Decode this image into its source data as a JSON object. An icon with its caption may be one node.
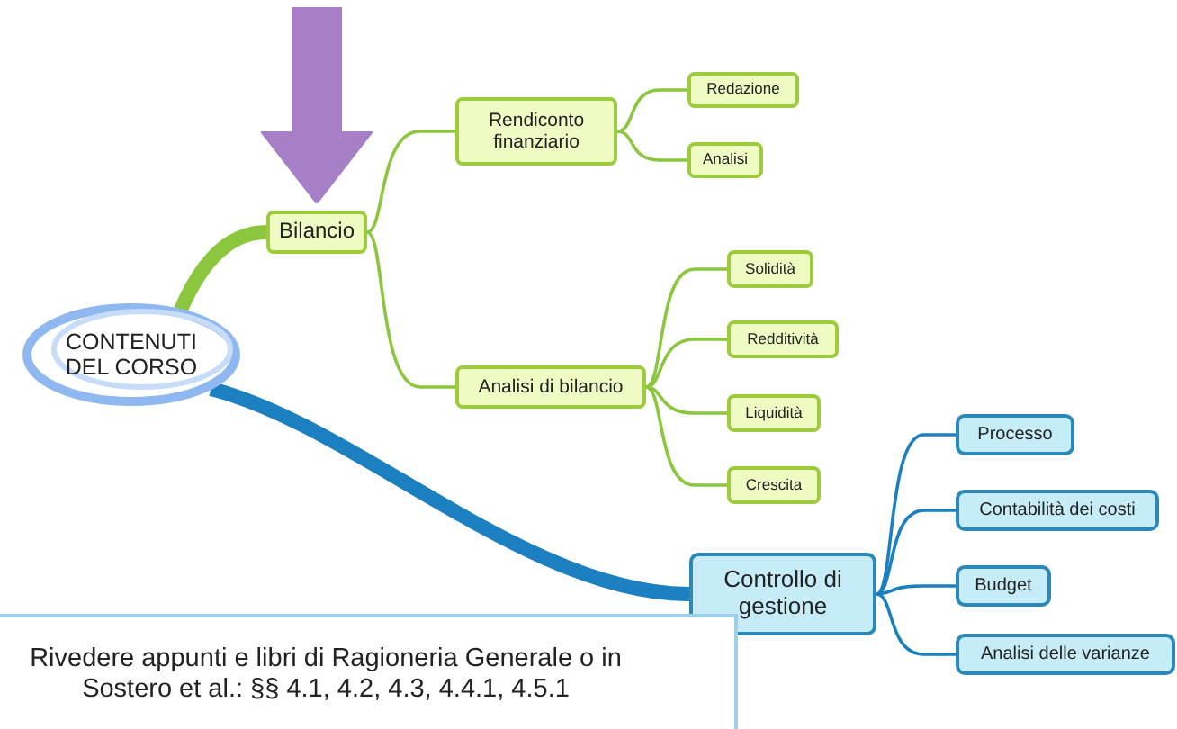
{
  "diagram": {
    "nodes": [
      {
        "text": [
          "CONTENUTI DEL CORSO"
        ]
      },
      {
        "text": [
          "Bilancio"
        ]
      },
      {
        "text": [
          "Rendiconto finanziario"
        ]
      },
      {
        "text": [
          "Redazione"
        ]
      },
      {
        "text": [
          "Analisi"
        ]
      },
      {
        "text": [
          "Analisi di bilancio"
        ]
      },
      {
        "text": [
          "Solidità"
        ]
      },
      {
        "text": [
          "Redditività"
        ]
      },
      {
        "text": [
          "Liquidità"
        ]
      },
      {
        "text": [
          "Crescita"
        ]
      },
      {
        "text": [
          "Controllo di gestione"
        ]
      },
      {
        "text": [
          "Processo"
        ]
      },
      {
        "text": [
          "Contabilità dei costi"
        ]
      },
      {
        "text": [
          "Budget"
        ]
      },
      {
        "text": [
          "Analisi delle varianze"
        ]
      },
      {
        "text": [
          "Rivedere appunti e libri di Ragioneria Generale o in Sostero et al.: §§ 4.1, 4.2, 4.3, 4.4.1, 4.5.1"
        ]
      }
    ],
    "edges": [
      {
        "from": null,
        "to": 1,
        "arrow": "to",
        "style": "thick",
        "color": "#a77fc7"
      },
      {
        "from": 0,
        "to": 1,
        "arrow": "none",
        "style": "thick"
      },
      {
        "from": 1,
        "to": 2,
        "arrow": "none"
      },
      {
        "from": 1,
        "to": 5,
        "arrow": "none"
      },
      {
        "from": 2,
        "to": 3,
        "arrow": "none"
      },
      {
        "from": 2,
        "to": 4,
        "arrow": "none"
      },
      {
        "from": 5,
        "to": 6,
        "arrow": "none"
      },
      {
        "from": 5,
        "to": 7,
        "arrow": "none"
      },
      {
        "from": 5,
        "to": 8,
        "arrow": "none"
      },
      {
        "from": 5,
        "to": 9,
        "arrow": "none"
      },
      {
        "from": 0,
        "to": 10,
        "arrow": "none",
        "style": "thick",
        "color": "#1b7fc0"
      },
      {
        "from": 10,
        "to": 11,
        "arrow": "none",
        "color": "#1b7fc0"
      },
      {
        "from": 10,
        "to": 12,
        "arrow": "none",
        "color": "#1b7fc0"
      },
      {
        "from": 10,
        "to": 13,
        "arrow": "none",
        "color": "#1b7fc0"
      },
      {
        "from": 10,
        "to": 14,
        "arrow": "none",
        "color": "#1b7fc0"
      }
    ]
  }
}
